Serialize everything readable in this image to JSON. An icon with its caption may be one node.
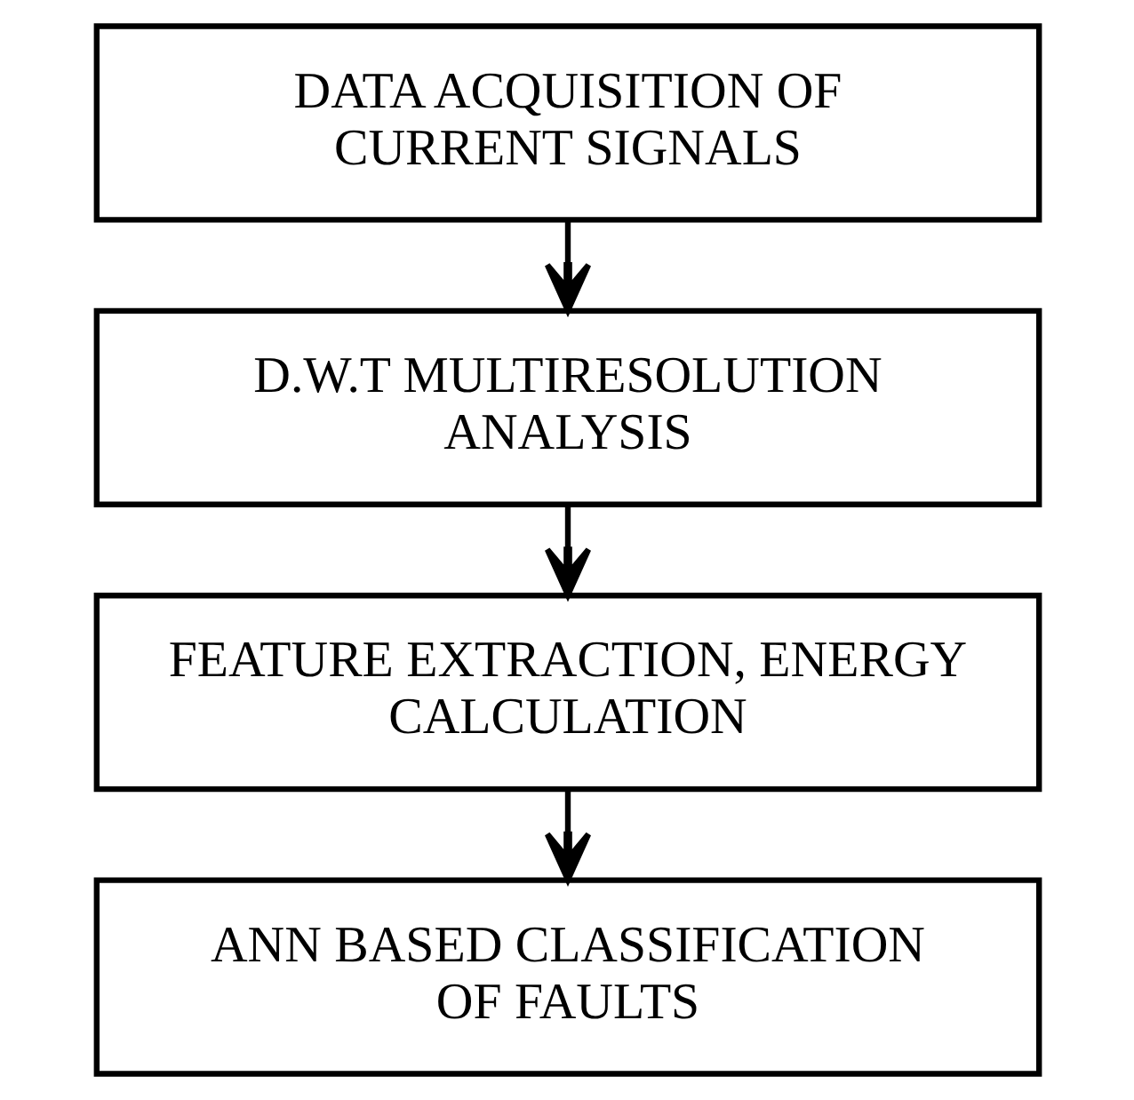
{
  "diagram": {
    "nodes": [
      {
        "text": [
          "DATA ACQUISITION OF CURRENT SIGNALS"
        ]
      },
      {
        "text": [
          "D.W.T MULTIRESOLUTION ANALYSIS"
        ]
      },
      {
        "text": [
          "FEATURE EXTRACTION, ENERGY CALCULATION"
        ]
      },
      {
        "text": [
          "ANN BASED CLASSIFICATION OF FAULTS"
        ]
      }
    ],
    "edges": [
      {
        "from": 0,
        "to": 1,
        "arrow": "to"
      },
      {
        "from": 1,
        "to": 2,
        "arrow": "to"
      },
      {
        "from": 2,
        "to": 3,
        "arrow": "to"
      }
    ]
  }
}
